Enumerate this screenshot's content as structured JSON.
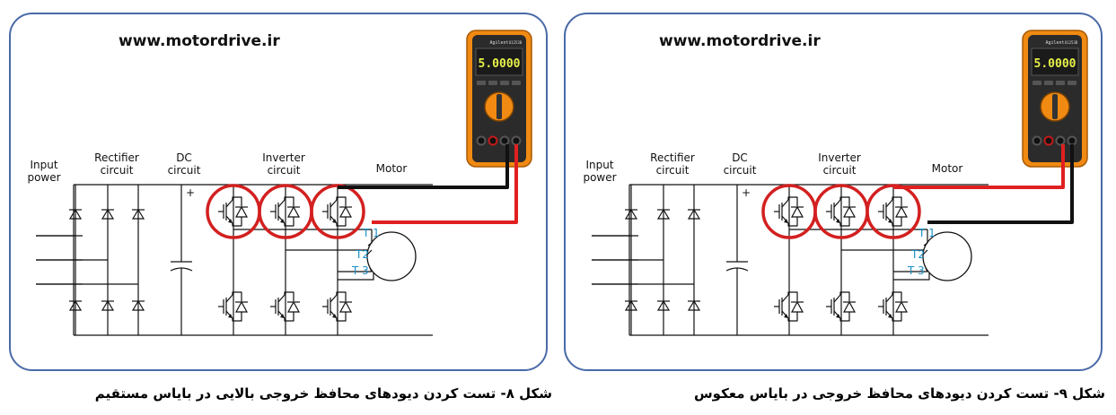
{
  "panels": [
    {
      "url": "www.motordrive.ir",
      "labels": {
        "input": [
          "Input",
          "power"
        ],
        "rectifier": [
          "Rectifier",
          "circuit"
        ],
        "dc": [
          "DC",
          "circuit"
        ],
        "inverter": [
          "Inverter",
          "circuit"
        ],
        "motor": "Motor",
        "plus": "+",
        "t1": "T 1",
        "t2": "T2",
        "t3": "T 3"
      },
      "meter": {
        "reading": "5.0000",
        "brand": "Agilent",
        "model": "U1253B"
      },
      "leads": {
        "black_to": "common",
        "red_to": "T1"
      },
      "colors": {
        "black_lead": "#111111",
        "red_lead": "#e02020",
        "highlight": "#d32020"
      }
    },
    {
      "url": "www.motordrive.ir",
      "labels": {
        "input": [
          "Input",
          "power"
        ],
        "rectifier": [
          "Rectifier",
          "circuit"
        ],
        "dc": [
          "DC",
          "circuit"
        ],
        "inverter": [
          "Inverter",
          "circuit"
        ],
        "motor": "Motor",
        "plus": "+",
        "t1": "T 1",
        "t2": "T2",
        "t3": "T 3"
      },
      "meter": {
        "reading": "5.0000",
        "brand": "Agilent",
        "model": "U1253B"
      },
      "leads": {
        "black_to": "T1",
        "red_to": "common"
      },
      "colors": {
        "black_lead": "#111111",
        "red_lead": "#e02020",
        "highlight": "#d32020"
      }
    }
  ],
  "captions": {
    "left": "شکل ۸- تست کردن دیودهای محافظ خروجی بالایی در بایاس مستقیم",
    "right": "شکل ۹- تست کردن دیودهای محافظ خروجی در بایاس معکوس"
  }
}
